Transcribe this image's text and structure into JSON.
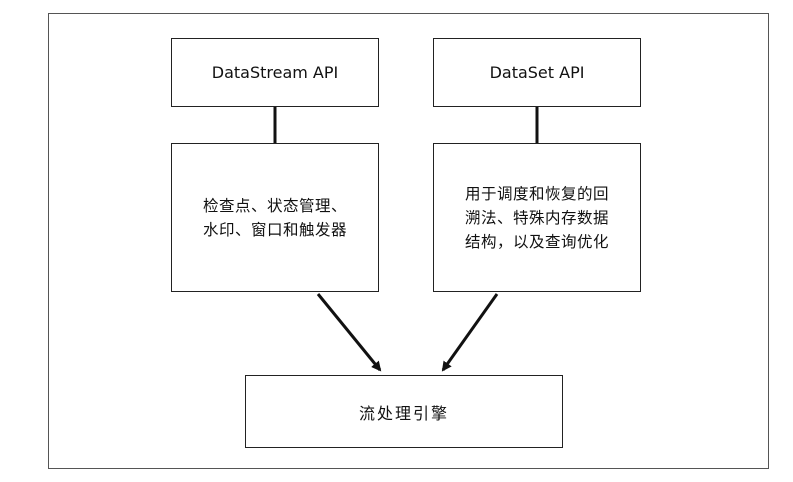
{
  "diagram": {
    "nodes": {
      "datastream_api": "DataStream API",
      "dataset_api": "DataSet API",
      "datastream_features": "检查点、状态管理、\n水印、窗口和触发器",
      "dataset_features": "用于调度和恢复的回\n溯法、特殊内存数据\n结构，以及查询优化",
      "engine": "流处理引擎"
    },
    "edges": [
      {
        "from": "datastream_api",
        "to": "datastream_features",
        "type": "line"
      },
      {
        "from": "dataset_api",
        "to": "dataset_features",
        "type": "line"
      },
      {
        "from": "datastream_features",
        "to": "engine",
        "type": "arrow"
      },
      {
        "from": "dataset_features",
        "to": "engine",
        "type": "arrow"
      }
    ],
    "colors": {
      "stroke": "#222222",
      "frame": "#555555",
      "background": "#ffffff"
    }
  }
}
